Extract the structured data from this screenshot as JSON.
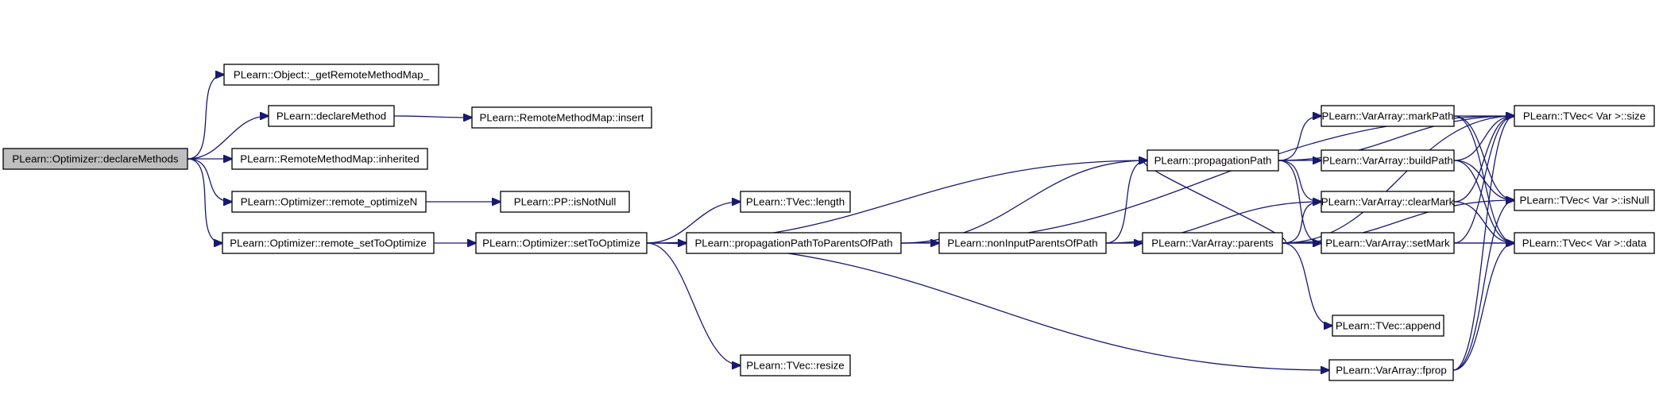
{
  "diagram": {
    "nodes": {
      "declareMethods": "PLearn::Optimizer::declareMethods",
      "getRemoteMethodMap": "PLearn::Object::_getRemoteMethodMap_",
      "declareMethod": "PLearn::declareMethod",
      "rmmInsert": "PLearn::RemoteMethodMap::insert",
      "rmmInherited": "PLearn::RemoteMethodMap::inherited",
      "remoteOptimizeN": "PLearn::Optimizer::remote_optimizeN",
      "ppIsNotNull": "PLearn::PP::isNotNull",
      "remoteSetToOptimize": "PLearn::Optimizer::remote_setToOptimize",
      "setToOptimize": "PLearn::Optimizer::setToOptimize",
      "tvecLength": "PLearn::TVec::length",
      "tvecResize": "PLearn::TVec::resize",
      "ppToParents": "PLearn::propagationPathToParentsOfPath",
      "nonInputParents": "PLearn::nonInputParentsOfPath",
      "propagationPath": "PLearn::propagationPath",
      "vaMarkPath": "PLearn::VarArray::markPath",
      "vaBuildPath": "PLearn::VarArray::buildPath",
      "vaClearMark": "PLearn::VarArray::clearMark",
      "vaParents": "PLearn::VarArray::parents",
      "vaSetMark": "PLearn::VarArray::setMark",
      "tvecAppend": "PLearn::TVec::append",
      "vaFprop": "PLearn::VarArray::fprop",
      "tvSize": "PLearn::TVec< Var >::size",
      "tvIsNull": "PLearn::TVec< Var >::isNull",
      "tvData": "PLearn::TVec< Var >::data"
    },
    "edges": [
      [
        "declareMethods",
        "getRemoteMethodMap"
      ],
      [
        "declareMethods",
        "declareMethod"
      ],
      [
        "declareMethods",
        "rmmInherited"
      ],
      [
        "declareMethods",
        "remoteOptimizeN"
      ],
      [
        "declareMethods",
        "remoteSetToOptimize"
      ],
      [
        "declareMethod",
        "rmmInsert"
      ],
      [
        "remoteOptimizeN",
        "ppIsNotNull"
      ],
      [
        "remoteSetToOptimize",
        "setToOptimize"
      ],
      [
        "setToOptimize",
        "tvecLength"
      ],
      [
        "setToOptimize",
        "ppToParents"
      ],
      [
        "setToOptimize",
        "tvecResize"
      ],
      [
        "setToOptimize",
        "propagationPath"
      ],
      [
        "setToOptimize",
        "vaFprop"
      ],
      [
        "ppToParents",
        "nonInputParents"
      ],
      [
        "ppToParents",
        "propagationPath"
      ],
      [
        "ppToParents",
        "tvSize"
      ],
      [
        "nonInputParents",
        "vaParents"
      ],
      [
        "nonInputParents",
        "propagationPath"
      ],
      [
        "nonInputParents",
        "vaClearMark"
      ],
      [
        "nonInputParents",
        "vaSetMark"
      ],
      [
        "propagationPath",
        "vaMarkPath"
      ],
      [
        "propagationPath",
        "vaBuildPath"
      ],
      [
        "propagationPath",
        "vaClearMark"
      ],
      [
        "propagationPath",
        "vaSetMark"
      ],
      [
        "propagationPath",
        "tvSize"
      ],
      [
        "vaMarkPath",
        "tvSize"
      ],
      [
        "vaMarkPath",
        "tvIsNull"
      ],
      [
        "vaMarkPath",
        "tvData"
      ],
      [
        "vaBuildPath",
        "tvSize"
      ],
      [
        "vaBuildPath",
        "tvIsNull"
      ],
      [
        "vaBuildPath",
        "tvData"
      ],
      [
        "vaClearMark",
        "tvSize"
      ],
      [
        "vaClearMark",
        "tvData"
      ],
      [
        "vaSetMark",
        "tvSize"
      ],
      [
        "vaSetMark",
        "tvData"
      ],
      [
        "vaParents",
        "vaClearMark"
      ],
      [
        "vaParents",
        "vaSetMark"
      ],
      [
        "vaParents",
        "tvecAppend"
      ],
      [
        "vaParents",
        "tvSize"
      ],
      [
        "vaParents",
        "tvIsNull"
      ],
      [
        "vaParents",
        "tvData"
      ],
      [
        "vaParents",
        "propagationPath"
      ],
      [
        "vaFprop",
        "tvSize"
      ],
      [
        "vaFprop",
        "tvIsNull"
      ],
      [
        "vaFprop",
        "tvData"
      ]
    ]
  }
}
